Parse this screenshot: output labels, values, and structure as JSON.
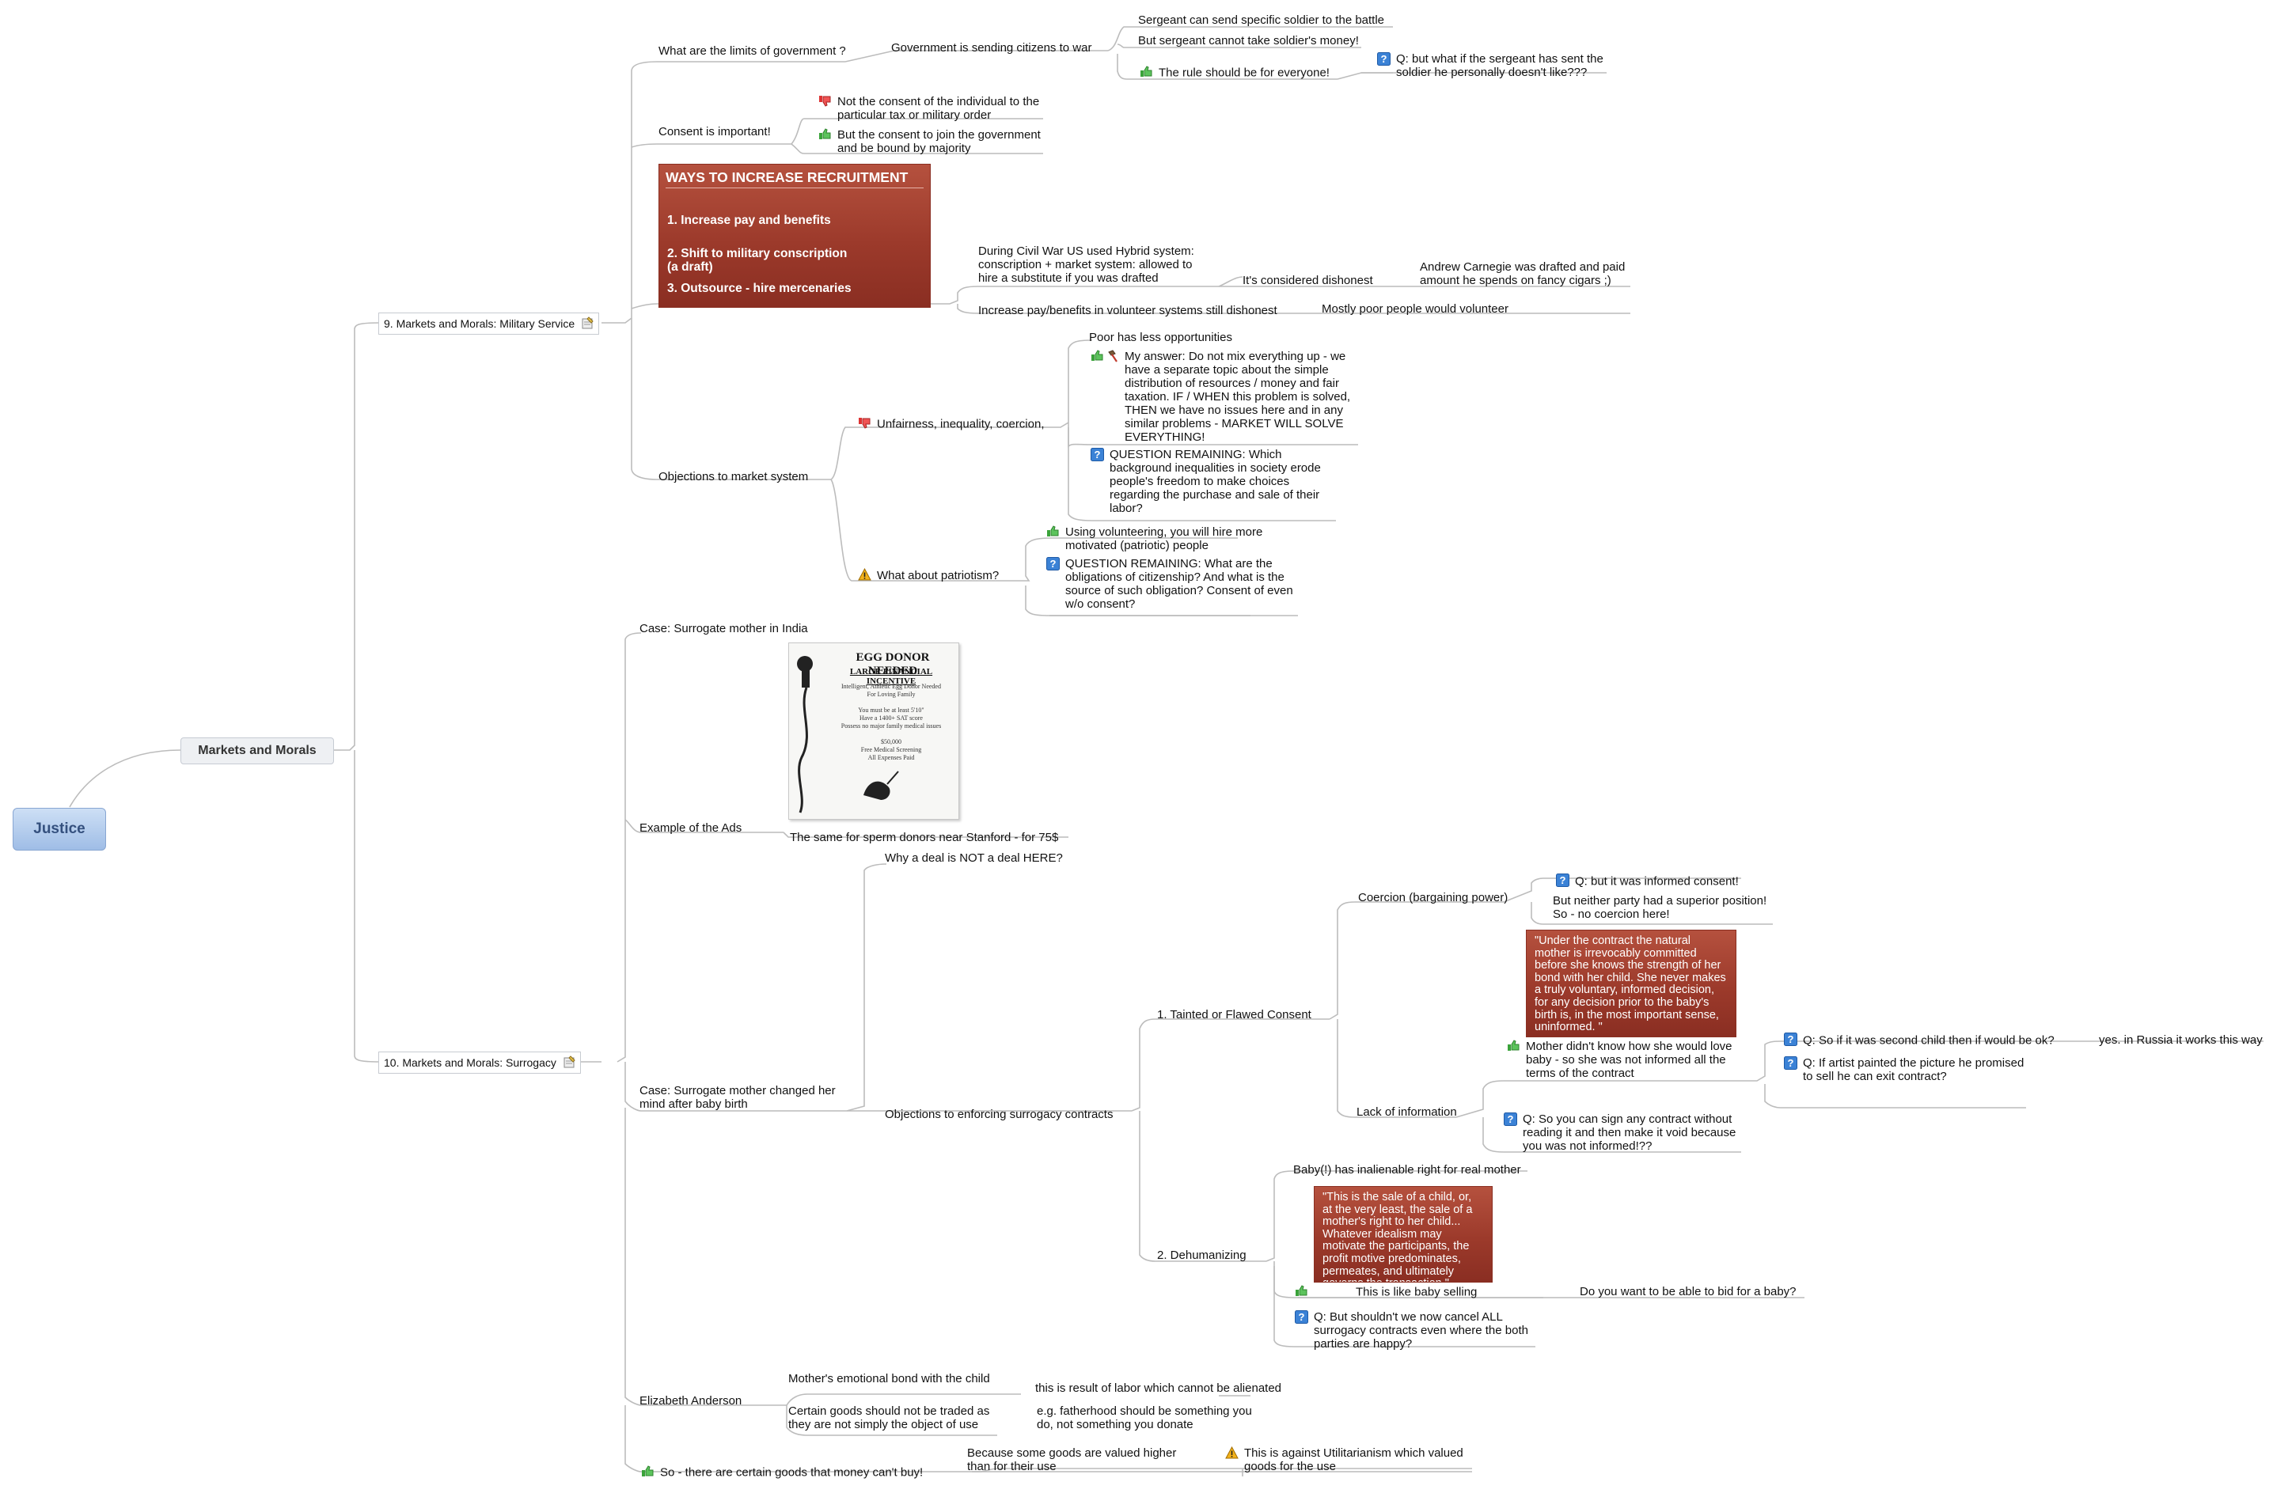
{
  "root": {
    "label": "Justice"
  },
  "main": {
    "label": "Markets and Morals"
  },
  "sections": [
    {
      "label": "9. Markets and Morals: Military Service"
    },
    {
      "label": "10. Markets and Morals: Surrogacy"
    }
  ],
  "military": {
    "limits": "What are the limits of government ?",
    "sending": "Government is sending citizens to war",
    "sergeant_send": "Sergeant can send specific soldier to the battle",
    "sergeant_money": "But sergeant cannot take soldier's money!",
    "rule_everyone": "The rule should be for everyone!",
    "sergeant_question": "Q: but what if the sergeant has sent the soldier he personally doesn't like???",
    "consent": "Consent is important!",
    "not_consent": "Not the consent of the individual to the particular tax or military order",
    "consent_join": "But the consent to join the government and be bound by majority",
    "civil_war": "During Civil War US used Hybrid system: conscription + market system: allowed to hire a substitute if you was drafted",
    "dishonest": "It's considered dishonest",
    "carnegie": "Andrew Carnegie was drafted and paid amount he spends on fancy cigars ;)",
    "increase_pay": "Increase pay/benefits in volunteer systems still dishonest",
    "poor_volunteer": "Mostly poor people would volunteer",
    "objections": "Objections to market system",
    "unfairness": "Unfairness, inequality, coercion,",
    "poor_less": "Poor has less opportunities",
    "my_answer": "My answer: Do not mix everything up - we have a separate topic about the simple distribution of resources / money and fair taxation. IF / WHEN this problem is solved, THEN we have no issues here and in any similar problems - MARKET WILL SOLVE EVERYTHING!",
    "question_inequalities": "QUESTION REMAINING: Which background inequalities in society erode people's freedom to make choices regarding the purchase and sale of their labor?",
    "patriotism": "What about patriotism?",
    "volunteering": "Using volunteering, you will hire more motivated (patriotic) people",
    "question_citizenship": "QUESTION REMAINING: What are the obligations of citizenship? And what is the source of such obligation? Consent of even w/o consent?"
  },
  "recruitment_card": {
    "title": "WAYS TO INCREASE RECRUITMENT",
    "items": [
      "1. Increase pay and benefits",
      "2. Shift to military conscription\n    (a draft)",
      "3. Outsource - hire mercenaries"
    ]
  },
  "egg_ad": {
    "title": "EGG DONOR NEEDED",
    "subtitle": "LARGE FINANCIAL INCENTIVE",
    "body": "Intelligent, Athletic Egg Donor Needed\nFor Loving Family\n\nYou must be at least 5'10\"\nHave a 1400+ SAT score\nPossess no major family medical issues\n\n$50,000\nFree Medical Screening\nAll Expenses Paid"
  },
  "surrogacy": {
    "india": "Case: Surrogate mother in India",
    "example_ads": "Example of the Ads",
    "sperm_donors": "The same for sperm donors near Stanford - for 75$",
    "changed_mind": "Case: Surrogate mother changed her mind after baby birth",
    "why_deal": "Why a deal is NOT a deal HERE?",
    "objections": "Objections to enforcing surrogacy contracts",
    "tainted": "1. Tainted or Flawed Consent",
    "coercion": "Coercion (bargaining power)",
    "q_informed": "Q: but it was informed consent!",
    "neither_party": "But neither party had a superior position! So - no coercion here!",
    "mother_didnt_know": "Mother didn't know how she would love baby - so she was not informed all the terms of the contract",
    "q_second_child": "Q: So if it was second child then if would be ok?",
    "yes_russia": "yes. in Russia it works this way",
    "q_artist": "Q: If artist painted the picture he promised to sell he can exit contract?",
    "lack_info": "Lack of information",
    "q_sign_contract": "Q: So you can sign any contract without reading it and then make it void because you was not informed!??",
    "dehumanizing": "2. Dehumanizing",
    "inalienable": "Baby(!) has inalienable right for real mother",
    "baby_selling": "This is like baby selling",
    "bid_baby": "Do you want to be able to bid for a baby?",
    "q_cancel_all": "Q: But shouldn't we now cancel ALL surrogacy contracts even where the both parties are happy?",
    "anderson": "Elizabeth Anderson",
    "emotional_bond": "Mother's emotional bond with the child",
    "labor": "this is result of labor which cannot be alienated",
    "certain_goods": "Certain goods should not be traded as they are not simply the object of use",
    "fatherhood": "e.g. fatherhood should be something you do, not something you donate",
    "money_cant_buy": "So - there are certain goods that money can't buy!",
    "valued_higher": "Because some goods are valued higher than for their use",
    "utilitarianism": "This is against Utilitarianism which valued goods for the use"
  },
  "quotes": {
    "natural_mother": "\"Under the contract the natural mother is irrevocably committed before she knows the strength of her bond with her child.  She never makes a truly voluntary, informed decision, for any decision prior to the baby's birth is, in the most important sense, uninformed. \"",
    "sale_of_child": "\"This is the sale of a child, or, at the very least, the sale of a mother's right to her child... Whatever idealism may motivate the participants, the profit motive predominates, permeates, and ultimately governs the transaction.\""
  },
  "colors": {
    "root_fill": "#b8cfee",
    "card_fill": "#9c3a2b",
    "link": "#bcbcbc",
    "thumbs_up": "#5cc35c",
    "thumbs_down": "#f05454",
    "question": "#3b82d6",
    "warning": "#f3b21b"
  }
}
